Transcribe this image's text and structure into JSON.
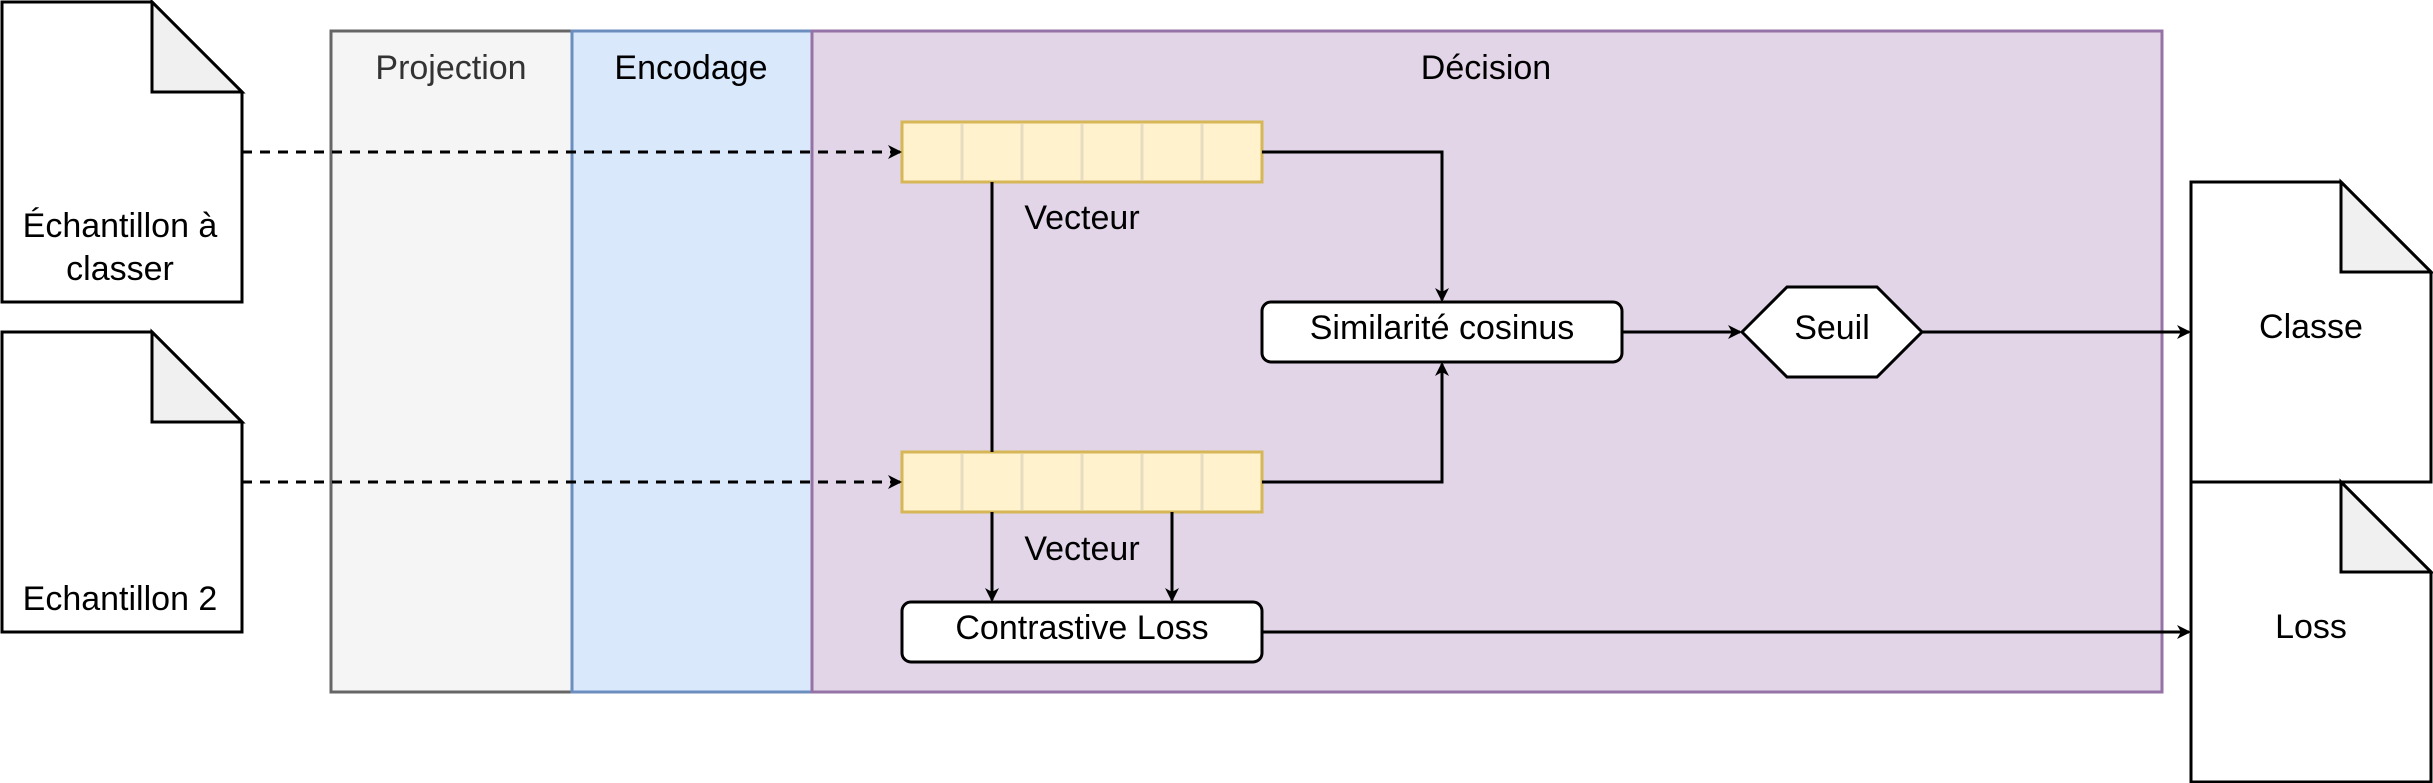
{
  "lanes": {
    "projection": "Projection",
    "encodage": "Encodage",
    "decision": "Décision"
  },
  "inputs": {
    "sample_line1": "Échantillon à",
    "sample_line2": "classer",
    "sample2": "Echantillon 2"
  },
  "vectors": {
    "top_label": "Vecteur",
    "bottom_label": "Vecteur",
    "cells": 6
  },
  "nodes": {
    "similarity": "Similarité cosinus",
    "threshold": "Seuil",
    "contrastive_loss": "Contrastive Loss"
  },
  "outputs": {
    "class": "Classe",
    "loss": "Loss"
  },
  "colors": {
    "lane_projection_fill": "#f5f5f5",
    "lane_projection_stroke": "#666666",
    "lane_encodage_fill": "#dae8fc",
    "lane_encodage_stroke": "#6c8ebf",
    "lane_decision_fill": "#e1d5e7",
    "lane_decision_stroke": "#9673a6",
    "vector_fill": "#fff2cc",
    "vector_stroke": "#d6b656",
    "doc_fold_fill": "#f0f0f0"
  }
}
